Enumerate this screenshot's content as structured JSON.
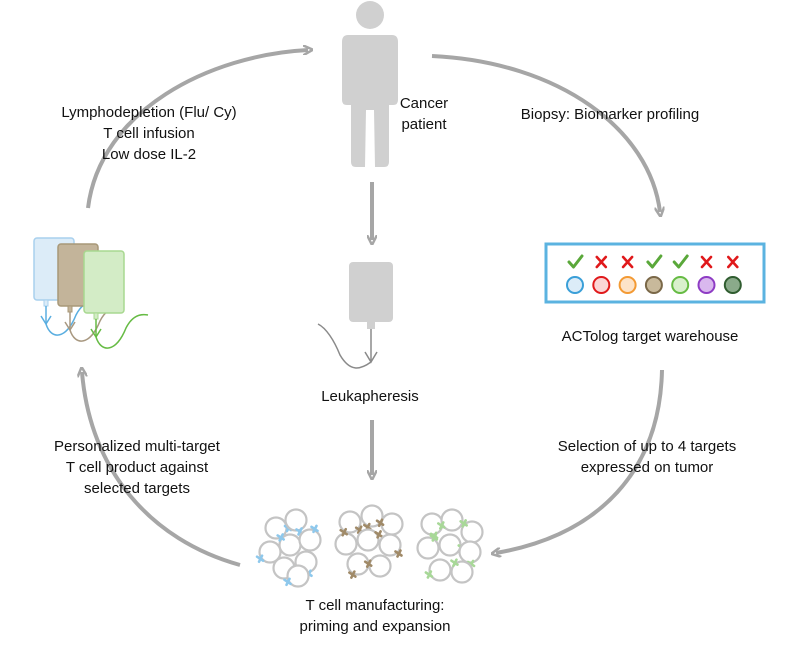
{
  "labels": {
    "lymphodepletion": [
      "Lymphodepletion (Flu/ Cy)",
      "T cell infusion",
      "Low dose IL-2"
    ],
    "cancer_patient": [
      "Cancer",
      "patient"
    ],
    "biopsy": "Biopsy: Biomarker profiling",
    "warehouse": "ACTolog target warehouse",
    "leukapheresis": "Leukapheresis",
    "personalized": [
      "Personalized multi-target",
      "T cell product against",
      "selected targets"
    ],
    "selection": [
      "Selection of up to 4 targets",
      "expressed on tumor"
    ],
    "manufacturing": [
      "T cell manufacturing:",
      "priming and expansion"
    ]
  },
  "colors": {
    "arrow": "#a6a6a6",
    "figure": "#d0d0d0",
    "panel_border": "#5bb3e0",
    "check": "#5aa83a",
    "cross": "#e0191b"
  },
  "warehouse_targets": [
    {
      "mark": "check",
      "fill": "#dcecf8",
      "stroke": "#3a9fd8"
    },
    {
      "mark": "cross",
      "fill": "#fbd5d5",
      "stroke": "#e0191b"
    },
    {
      "mark": "cross",
      "fill": "#fde3c8",
      "stroke": "#f39a34"
    },
    {
      "mark": "check",
      "fill": "#c8b99b",
      "stroke": "#7a6848"
    },
    {
      "mark": "check",
      "fill": "#d9f0cc",
      "stroke": "#66bb44"
    },
    {
      "mark": "cross",
      "fill": "#d9b8ee",
      "stroke": "#8e3cc4"
    },
    {
      "mark": "cross",
      "fill": "#8aaa8a",
      "stroke": "#2f5c2f"
    }
  ],
  "bags": [
    {
      "name": "blue",
      "fill": "#dcecf8",
      "stroke": "#a8d0ee",
      "line": "#5aaee0"
    },
    {
      "name": "brown",
      "fill": "#c3b49a",
      "stroke": "#a89878",
      "line": "#a89880"
    },
    {
      "name": "green",
      "fill": "#d3ecc6",
      "stroke": "#a8d890",
      "line": "#66bb44"
    }
  ],
  "cluster_colors": {
    "blue": "#8ec8ec",
    "brown": "#a08a68",
    "green": "#a8d898"
  }
}
